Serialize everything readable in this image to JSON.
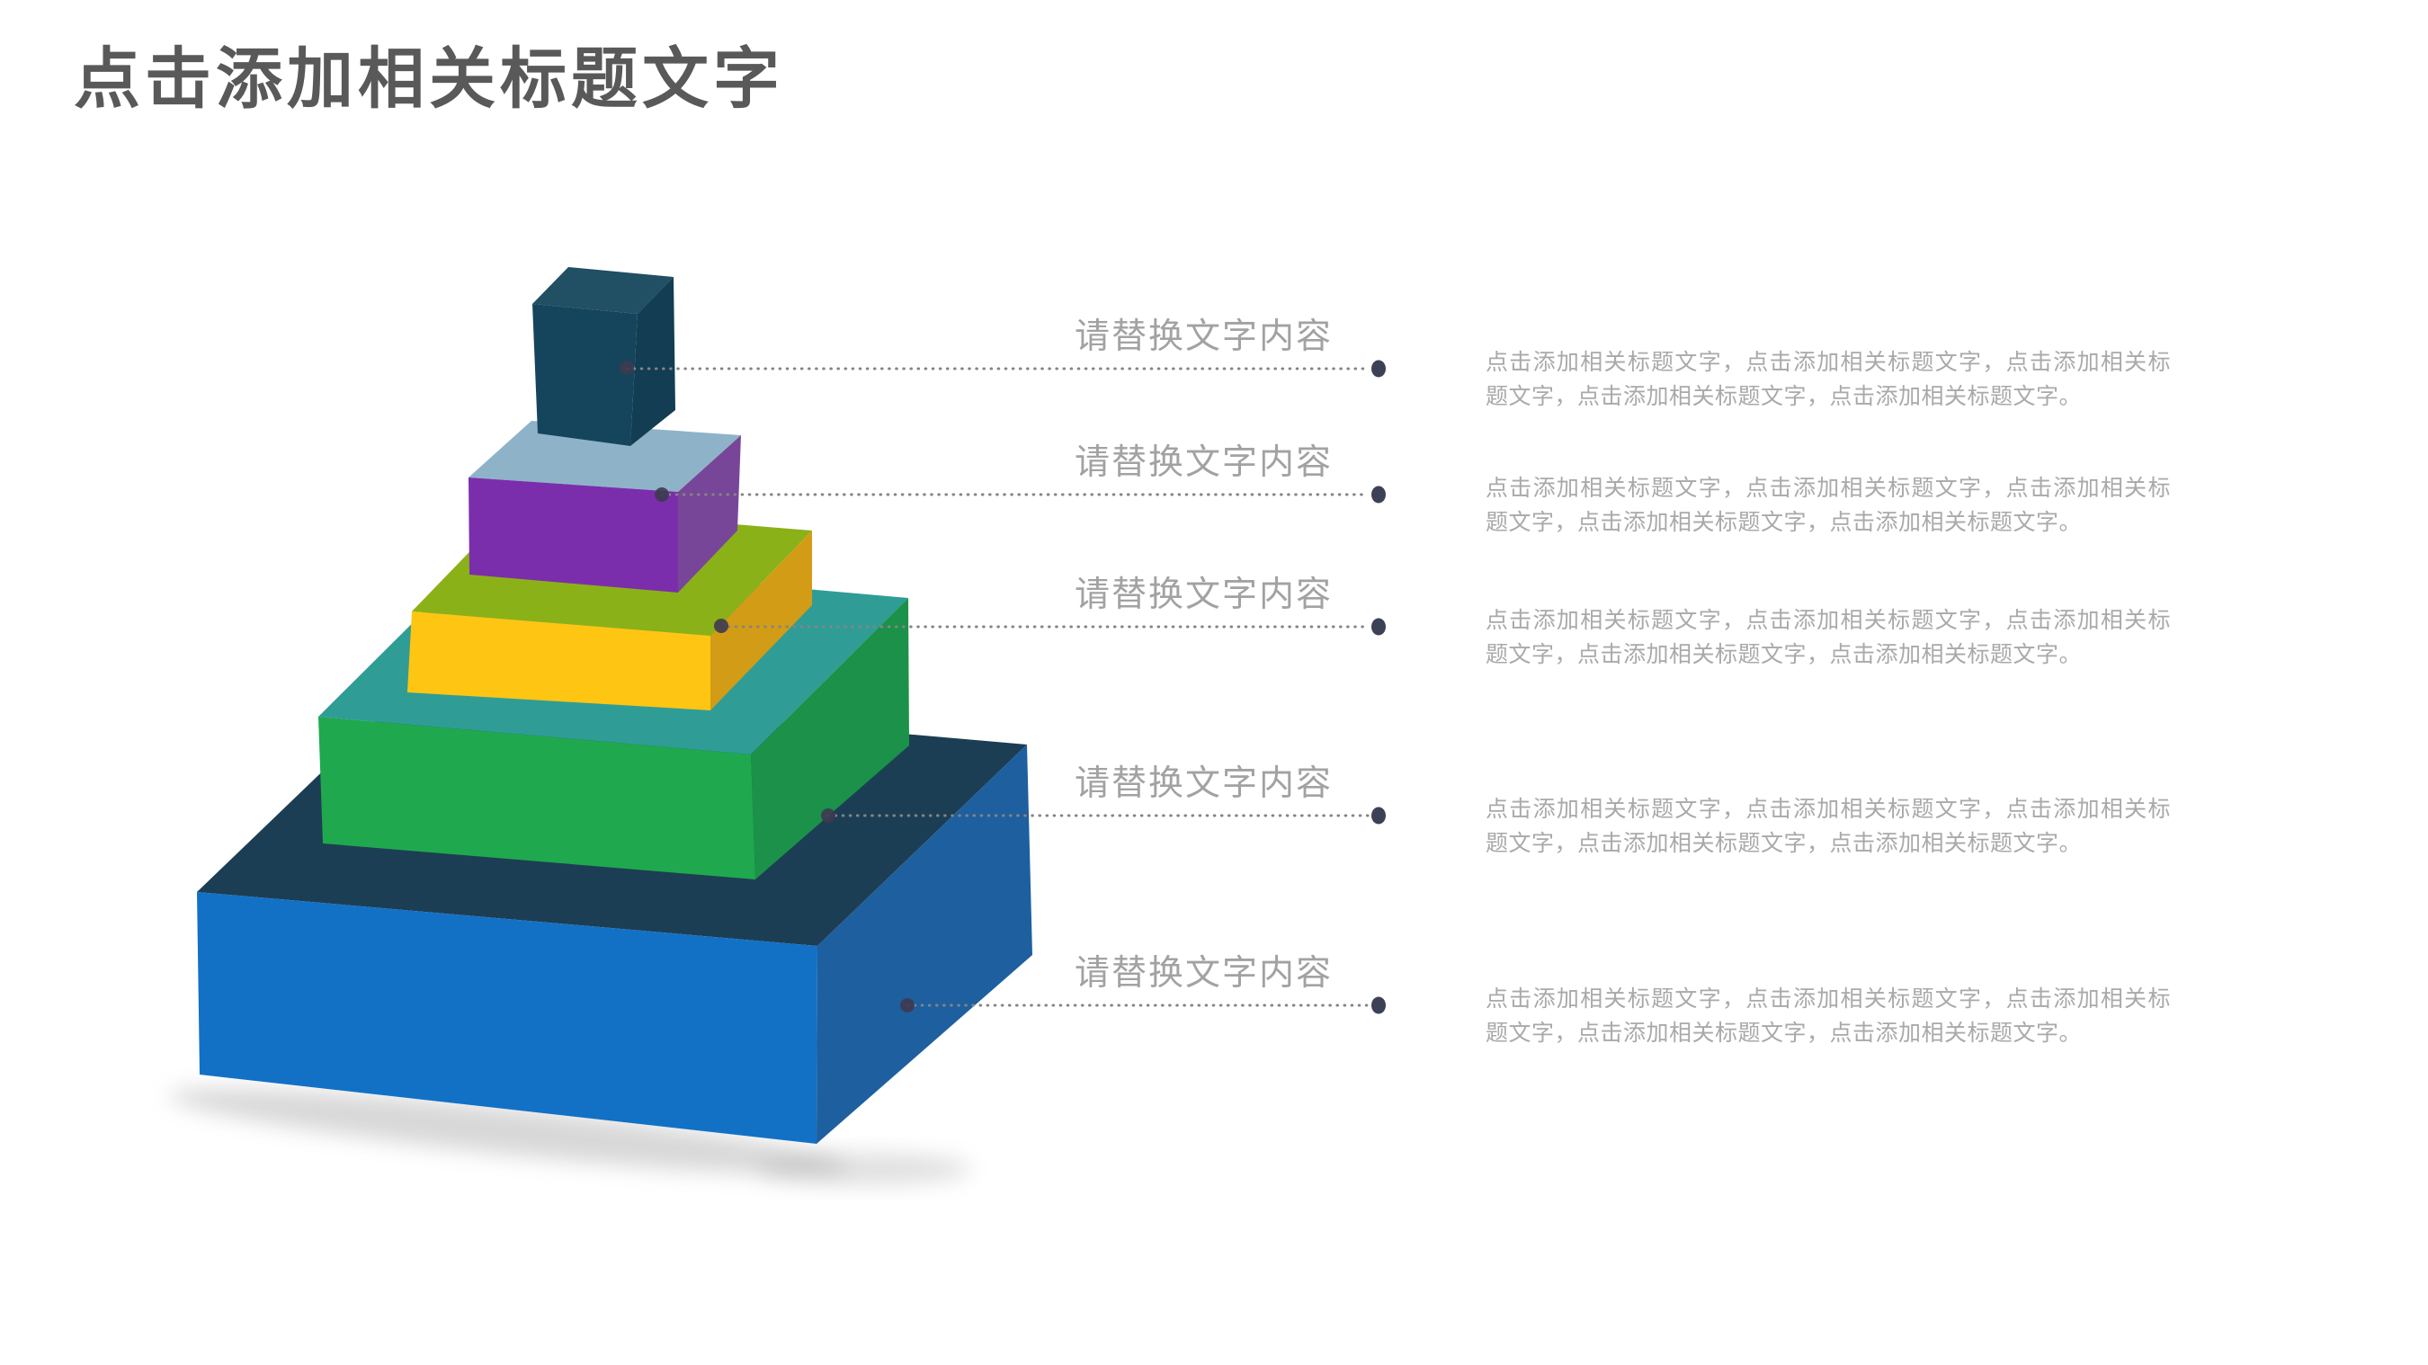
{
  "slide": {
    "title": "点击添加相关标题文字",
    "title_color": "#595959",
    "background": "#ffffff"
  },
  "text_colors": {
    "label": "#a2a2a2",
    "paragraph": "#a9a9a9"
  },
  "connector": {
    "line_color": "#848484",
    "anchor_dot_color": "#3e3a50",
    "terminal_dot_color": "#3c4156"
  },
  "callouts": [
    {
      "label": "请替换文字内容",
      "paragraph": "点击添加相关标题文字，点击添加相关标题文字，点击添加相关标题文字，点击添加相关标题文字，点击添加相关标题文字。"
    },
    {
      "label": "请替换文字内容",
      "paragraph": "点击添加相关标题文字，点击添加相关标题文字，点击添加相关标题文字，点击添加相关标题文字，点击添加相关标题文字。"
    },
    {
      "label": "请替换文字内容",
      "paragraph": "点击添加相关标题文字，点击添加相关标题文字，点击添加相关标题文字，点击添加相关标题文字，点击添加相关标题文字。"
    },
    {
      "label": "请替换文字内容",
      "paragraph": "点击添加相关标题文字，点击添加相关标题文字，点击添加相关标题文字，点击添加相关标题文字，点击添加相关标题文字。"
    },
    {
      "label": "请替换文字内容",
      "paragraph": "点击添加相关标题文字，点击添加相关标题文字，点击添加相关标题文字，点击添加相关标题文字，点击添加相关标题文字。"
    }
  ],
  "pyramid": {
    "layers": [
      {
        "name": "level-1",
        "colors": {
          "top": "#214f64",
          "front": "#15455c",
          "side": "#123d52"
        }
      },
      {
        "name": "level-2",
        "colors": {
          "top": "#8eb3c9",
          "front": "#7b2eac",
          "side": "#784699"
        }
      },
      {
        "name": "level-3",
        "colors": {
          "top": "#8bb118",
          "front": "#fec513",
          "side": "#d39c16"
        }
      },
      {
        "name": "level-4",
        "colors": {
          "top": "#2f9d96",
          "front": "#1fa84e",
          "side": "#1b9149"
        }
      },
      {
        "name": "level-5",
        "colors": {
          "top": "#1c3e54",
          "front": "#1271c5",
          "side": "#1e5f9f"
        }
      }
    ]
  }
}
